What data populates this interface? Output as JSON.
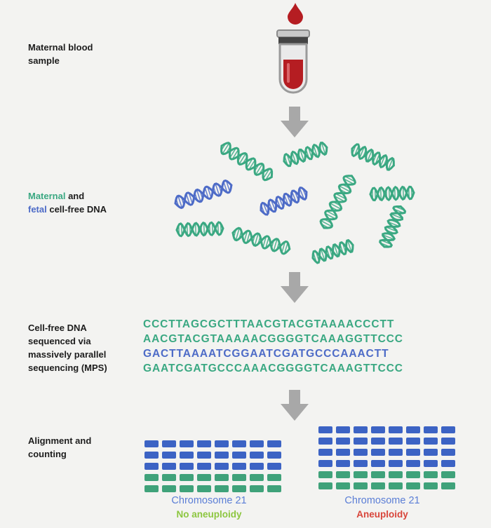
{
  "labels": {
    "maternal_blood": [
      "Maternal blood",
      "sample"
    ],
    "cfdna": {
      "maternal": "Maternal",
      "and": " and",
      "fetal": "fetal",
      "rest": " cell-free DNA"
    },
    "mps": [
      "Cell-free DNA",
      "sequenced via",
      "massively parallel",
      "sequencing (MPS)"
    ],
    "alignment": [
      "Alignment and",
      "counting"
    ]
  },
  "sequences": [
    {
      "text": "CCCTTAGCGCTTTAACGTACGTAAAACCCTT",
      "color": "green"
    },
    {
      "text": "AACGTACGTAAAAACGGGGTCAAAGGTTCCC",
      "color": "green"
    },
    {
      "text": "GACTTAAAATCGGAATCGATGCCCAAACTT",
      "color": "blue"
    },
    {
      "text": "GAATCGATGCCCAAACGGGGTCAAAGTTCCC",
      "color": "green"
    }
  ],
  "results": [
    {
      "title": "Chromosome 21",
      "status": "No aneuploidy",
      "status_color": "#8cc63f",
      "blue_rows": 3,
      "green_rows": 2,
      "cols": 8
    },
    {
      "title": "Chromosome 21",
      "status": "Aneuploidy",
      "status_color": "#d8453a",
      "blue_rows": 4,
      "green_rows": 2,
      "cols": 8
    }
  ],
  "colors": {
    "maternal_dna": "#3aa882",
    "fetal_dna": "#4d6bc7",
    "blood": "#b51d22",
    "arrow": "#a8a8a8",
    "grid_blue": "#3c63c4",
    "grid_green": "#3fa27a"
  },
  "icons": [
    "blood-drop-icon",
    "test-tube-icon",
    "down-arrow-icon",
    "dna-helix-icon"
  ]
}
